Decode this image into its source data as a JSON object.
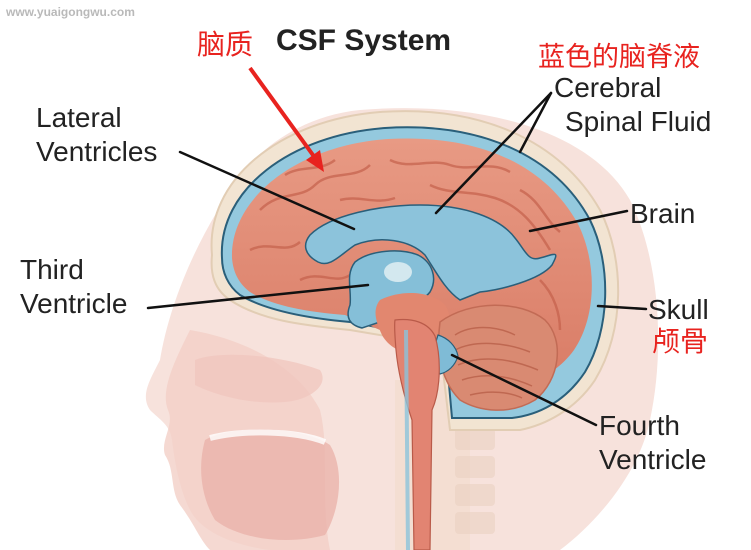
{
  "watermark": "www.yuaigongwu.com",
  "title": "CSF System",
  "annotations": {
    "brain_tissue_cn": "脑质",
    "csf_cn": "蓝色的脑脊液",
    "skull_cn": "颅骨"
  },
  "labels": {
    "lateral_ventricles": [
      "Lateral",
      "Ventricles"
    ],
    "third_ventricle": [
      "Third",
      "Ventricle"
    ],
    "cerebral_spinal_fluid": [
      "Cerebral",
      "Spinal Fluid"
    ],
    "brain": "Brain",
    "skull": "Skull",
    "fourth_ventricle": [
      "Fourth",
      "Ventricle"
    ]
  },
  "colors": {
    "skin": "#f6dcd6",
    "skull": "#f4e6d4",
    "csf": "#8fc6dc",
    "brain": "#e88e77",
    "cerebellum": "#d98a72",
    "annotation_red": "#e8231f"
  }
}
